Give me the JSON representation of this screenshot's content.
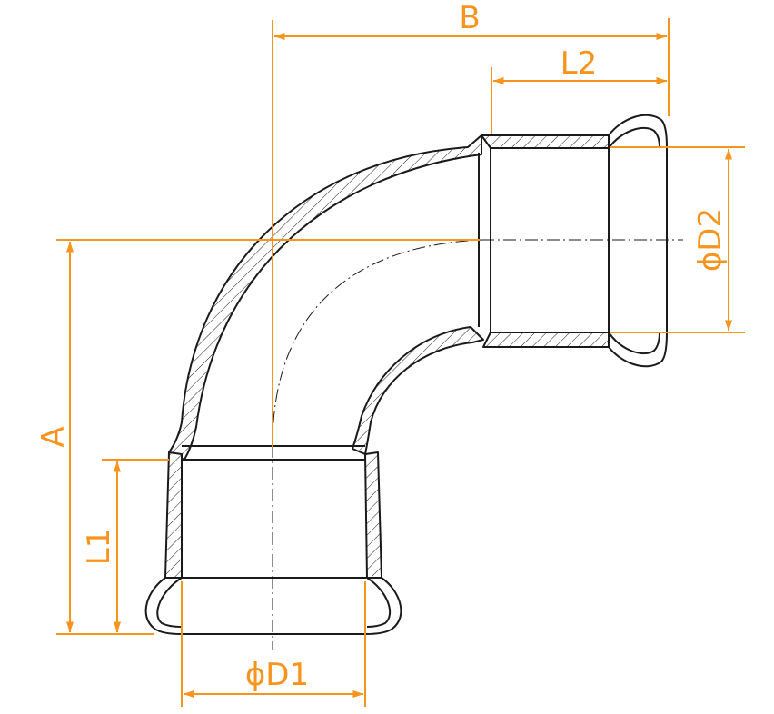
{
  "labels": {
    "B": "B",
    "L2": "L2",
    "D2": "ϕD2",
    "A": "A",
    "L1": "L1",
    "D1": "ϕD1"
  },
  "colors": {
    "dimension": "#f7941d",
    "outline": "#1a1a1a",
    "background": "#ffffff"
  }
}
